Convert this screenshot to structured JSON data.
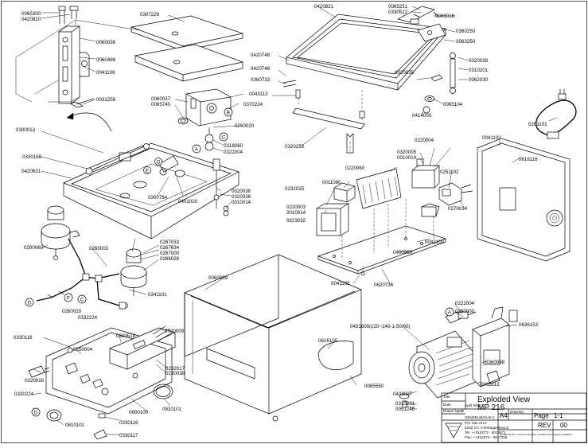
{
  "labels": {
    "p0065300": "0065300",
    "p0420810": "0420810",
    "p0307229": "0307229",
    "p0060038": "0060038",
    "p0060488": "0060488",
    "p0041106": "0041106",
    "p0031258": "0031258",
    "p0300013": "0300013",
    "p0330188": "0330188",
    "p0420631": "0420631",
    "p0060037": "0060037",
    "p0065740": "0065740",
    "p0370224": "0370224",
    "p0260020": "0260020",
    "p0318060": "0318060",
    "p0322004": "0322004",
    "p0300784": "0300784",
    "p0401020": "0401020",
    "p0020038": "0020038",
    "p0320038": "0320038",
    "p0010014a": "0010014",
    "p0420821": "0420821",
    "p0420748": "0420748",
    "p0360733": "0360733",
    "p0043113": "0043113",
    "p0320253": "0320253",
    "p0065251": "0065251",
    "p0330512": "0330512",
    "p0065016": "0065016",
    "p0360250": "0360250",
    "p0063250": "0063250",
    "p0020038b": "0020038",
    "p0310201": "0310201",
    "p0020035": "0020035",
    "p0062030": "0062030",
    "p0065104": "0065104",
    "p0414000": "0414000",
    "p0201101": "0201101",
    "p0320005": "0320005",
    "p0010014b": "0010014",
    "p0220004": "0220004",
    "p0220060": "0220060",
    "p0011080": "0011080",
    "p0232025": "0232025",
    "p0220003": "0220003",
    "p0010014c": "0010014",
    "p0223032": "0223032",
    "p0251102": "0251102",
    "p0270014": "0270014",
    "p0041102a": "0041102",
    "p0616116": "0616116",
    "p0042100": "0042100",
    "p0400950": "0400950",
    "p0041102b": "0041102",
    "p0620736": "0620736",
    "p0200060": "0200060",
    "p0260003": "0260003",
    "p0267033": "0267033",
    "p0267634": "0267634",
    "p0267000": "0267000",
    "p0266028": "0266028",
    "p0260020b": "0260020",
    "p0332224": "0332224",
    "p0341101": "0341101",
    "p0060069": "0060069",
    "p0616105": "0616105",
    "p0065550": "0065550",
    "p0330116a": "0330116",
    "p0250004a": "0250004",
    "p0300518": "0300518",
    "p0700009": "0700009",
    "p0232017": "0232017",
    "p0230038": "0230038",
    "p0220016": "0220016",
    "p0330224": "0330224",
    "p0810101a": "0810101",
    "p0600100": "0600100",
    "p0810101b": "0810101",
    "p0330116b": "0330116",
    "p0330117": "0330117",
    "p0222004": "0222004",
    "p0260000": "0260000",
    "p0431600": "0431600(220~240-1-50/60)",
    "p0636153": "0636153",
    "p0360098": "0360098",
    "p0065113": "0065113",
    "p0438007": "0438007",
    "p0310231": "0310231",
    "p0051246": "0051246"
  },
  "callouts": [
    "A",
    "B",
    "C",
    "D",
    "E",
    "F",
    "G",
    "A",
    "D"
  ],
  "titleblock": {
    "title_label": "Title",
    "title_line1": "Exploded View",
    "title_line2": "MP 216",
    "date_label": "Date",
    "date_value": "April 2011",
    "drawn_label": "Drawn by",
    "drawn_value": "MB",
    "company": "HENKELMAN B.V.",
    "address": [
      "PO. box 2117",
      "5202 CC 's-Hertogenbosch",
      "Tel: ++31(0)73 - 6213671",
      "Fax: ++31(0)73 - 6217216"
    ],
    "sheet_label": "Page",
    "sheet_value": "1-1",
    "rev_label": "REV",
    "rev_value": "00",
    "format_value": "A4",
    "drawing_label": "Drawing",
    "note": "Henkelman B.V. reserves all rights. Unauthorized copying prohibited."
  }
}
